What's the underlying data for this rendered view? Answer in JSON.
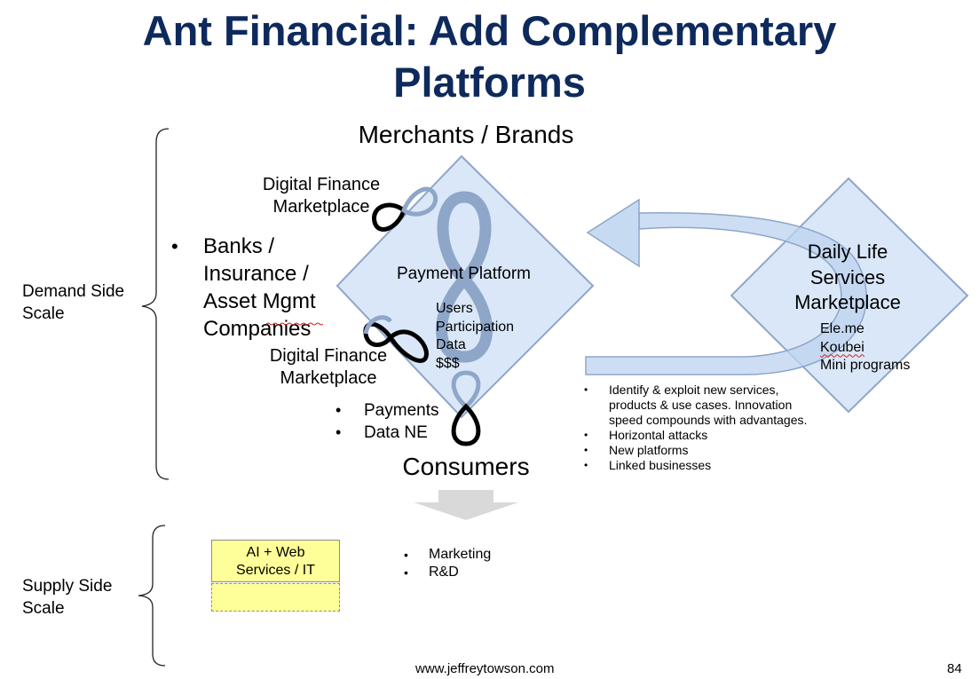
{
  "title": {
    "line1": "Ant Financial: Add Complementary",
    "line2": "Platforms"
  },
  "colors": {
    "title": "#0e2a5c",
    "diamond_fill": "#d6e4f7",
    "diamond_stroke": "#8ea6c8",
    "arrow_fill": "#bcd3f0",
    "box_fill": "#ffff99"
  },
  "left_axis": {
    "demand_side": "Demand Side\nScale",
    "supply_side": "Supply Side\nScale"
  },
  "top_label": "Merchants / Brands",
  "bottom_label": "Consumers",
  "digital_finance_top": "Digital Finance\nMarketplace",
  "digital_finance_bottom": "Digital Finance\nMarketplace",
  "banks_list": [
    "Banks /\nInsurance /\nAsset Mgmt\nCompanies"
  ],
  "payment_platform": {
    "title": "Payment Platform",
    "metrics": [
      "Users",
      "Participation",
      "Data",
      "$$$"
    ]
  },
  "payments_list": [
    "Payments",
    "Data NE"
  ],
  "daily_life": {
    "title": "Daily Life\nServices\nMarketplace",
    "items": [
      "Ele.me",
      "Koubei",
      "Mini programs"
    ]
  },
  "innovation_list": [
    "Identify & exploit new services, products & use cases. Innovation speed compounds with advantages.",
    "Horizontal attacks",
    "New platforms",
    "Linked businesses"
  ],
  "supply_box": "AI + Web\nServices / IT",
  "supply_list": [
    "Marketing",
    "R&D"
  ],
  "icons": {
    "infinity": "infinity-loop-icon",
    "down_arrow": "down-arrow-icon",
    "curved_arrow": "curved-arrow-icon",
    "bracket": "curly-brace-icon"
  },
  "footer": {
    "website": "www.jeffreytowson.com",
    "page_number": "84"
  }
}
